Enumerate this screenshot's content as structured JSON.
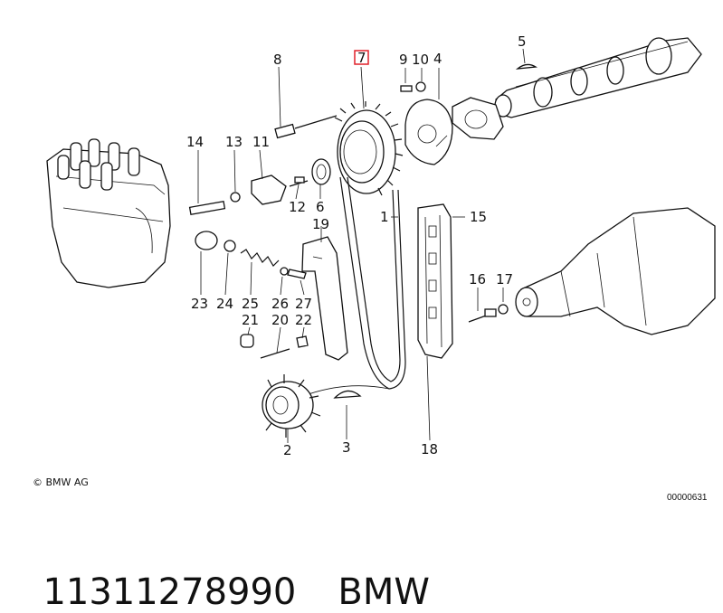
{
  "diagram": {
    "callouts": [
      {
        "id": "1",
        "text": "1"
      },
      {
        "id": "2",
        "text": "2"
      },
      {
        "id": "3",
        "text": "3"
      },
      {
        "id": "4",
        "text": "4"
      },
      {
        "id": "5",
        "text": "5"
      },
      {
        "id": "6",
        "text": "6"
      },
      {
        "id": "7",
        "text": "7",
        "highlight": true
      },
      {
        "id": "8",
        "text": "8"
      },
      {
        "id": "9",
        "text": "9"
      },
      {
        "id": "10",
        "text": "10"
      },
      {
        "id": "11",
        "text": "11"
      },
      {
        "id": "12",
        "text": "12"
      },
      {
        "id": "13",
        "text": "13"
      },
      {
        "id": "14",
        "text": "14"
      },
      {
        "id": "15",
        "text": "15"
      },
      {
        "id": "16",
        "text": "16"
      },
      {
        "id": "17",
        "text": "17"
      },
      {
        "id": "18",
        "text": "18"
      },
      {
        "id": "19",
        "text": "19"
      },
      {
        "id": "20",
        "text": "20"
      },
      {
        "id": "21",
        "text": "21"
      },
      {
        "id": "22",
        "text": "22"
      },
      {
        "id": "23",
        "text": "23"
      },
      {
        "id": "24",
        "text": "24"
      },
      {
        "id": "25",
        "text": "25"
      },
      {
        "id": "26",
        "text": "26"
      },
      {
        "id": "27",
        "text": "27"
      }
    ],
    "copyright": "© BMW AG",
    "image_code": "00000631",
    "highlight_color": "#e0202a"
  },
  "part": {
    "number": "11311278990",
    "brand": "BMW"
  }
}
